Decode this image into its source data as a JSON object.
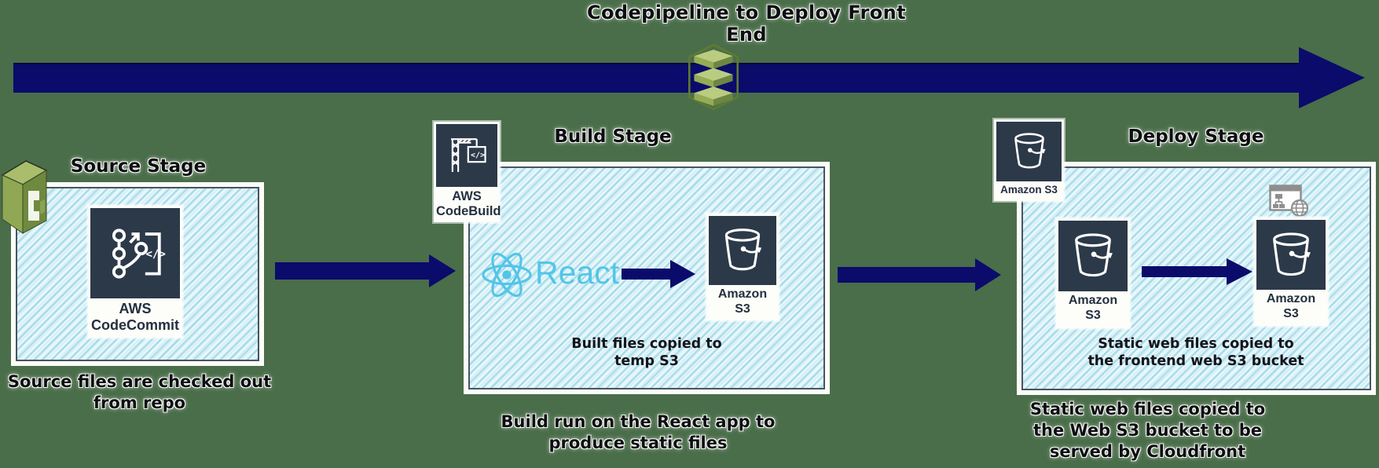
{
  "title": "Codepipeline to Deploy Front End",
  "colors": {
    "background": "#4a6e4a",
    "arrow": "#0b0b6b",
    "awsdark": "#2b3948",
    "react": "#53c5e8",
    "box-fill": "#e9f6fa",
    "label-text": "#23303f",
    "pipeline-green": "#94ad55"
  },
  "icons": {
    "pipeline": "aws-codepipeline",
    "source_service": "aws-codecommit",
    "build_service": "aws-codebuild",
    "storage": "amazon-s3-bucket",
    "website": "s3-static-website",
    "framework": "react-logo",
    "code_glyph": "</>"
  },
  "stages": {
    "source": {
      "title": "Source Stage",
      "service_label": [
        "AWS",
        "CodeCommit"
      ],
      "caption": [
        "Source files are checked out",
        "from repo"
      ]
    },
    "build": {
      "title": "Build Stage",
      "service_label": [
        "AWS",
        "CodeBuild"
      ],
      "react_wordmark": "React",
      "s3_label": [
        "Amazon",
        "S3"
      ],
      "note": [
        "Built files copied to",
        "temp S3"
      ],
      "caption": [
        "Build run on the React app to",
        "produce static files"
      ]
    },
    "deploy": {
      "title": "Deploy Stage",
      "corner_s3_label": "Amazon S3",
      "s3_source_label": [
        "Amazon",
        "S3"
      ],
      "s3_target_label": [
        "Amazon",
        "S3"
      ],
      "note": [
        "Static web files copied to",
        "the frontend web S3 bucket"
      ],
      "caption": [
        "Static web files copied to",
        "the Web S3 bucket to be",
        "served by Cloudfront"
      ]
    }
  }
}
